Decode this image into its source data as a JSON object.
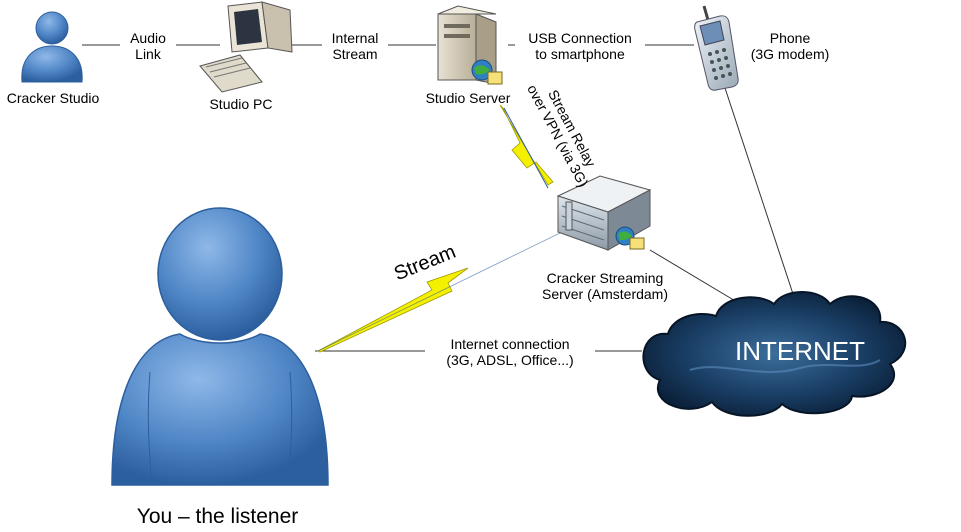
{
  "nodes": {
    "cracker_studio": "Cracker Studio",
    "studio_pc": "Studio PC",
    "studio_server": "Studio Server",
    "phone": "Phone\n(3G modem)",
    "streaming_server": "Cracker Streaming\nServer (Amsterdam)",
    "internet": "INTERNET",
    "listener": "You – the listener"
  },
  "links": {
    "audio_link": "Audio\nLink",
    "internal_stream": "Internal\nStream",
    "usb_connection": "USB Connection\nto smartphone",
    "stream_relay": "Stream Relay\nover VPN (via 3G)",
    "stream": "Stream",
    "internet_connection": "Internet connection\n(3G, ADSL, Office...)"
  },
  "colors": {
    "person_blue": "#4f86c6",
    "cloud_dark": "#0e2a4a",
    "lightning_yellow": "#f4f000",
    "server_gray": "#b9c3cc"
  },
  "icons": [
    "person-icon",
    "computer-icon",
    "server-icon",
    "phone-icon",
    "rack-server-icon",
    "cloud-icon",
    "lightning-icon",
    "globe-icon"
  ]
}
